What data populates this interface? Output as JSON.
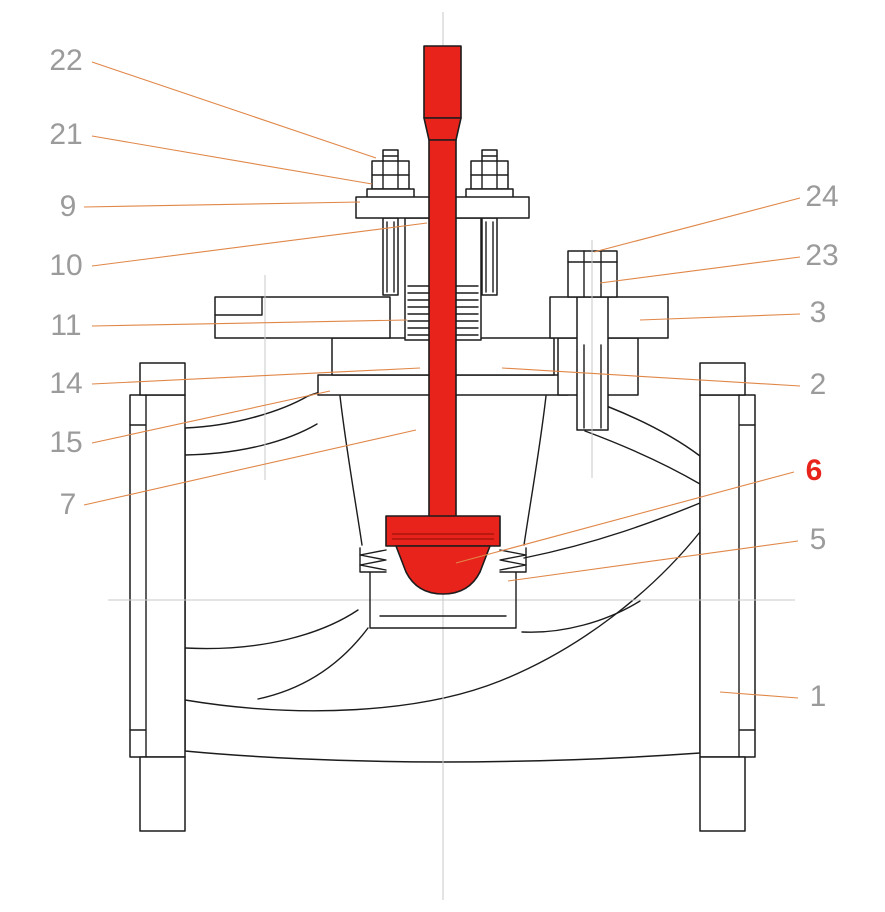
{
  "page": {
    "background": "#ffffff"
  },
  "diagram": {
    "kind": "control-valve sectional technical drawing",
    "colors": {
      "line": "#1c1c1c",
      "centerline": "#c9c9c9",
      "leader": "#e08748",
      "label": "#9b9b9b",
      "highlight": "#e8231c",
      "highlight-dark": "#a01108",
      "white": "#ffffff"
    },
    "callouts": [
      {
        "label": "22",
        "side": "left",
        "highlight": false
      },
      {
        "label": "21",
        "side": "left",
        "highlight": false
      },
      {
        "label": "9",
        "side": "left",
        "highlight": false
      },
      {
        "label": "10",
        "side": "left",
        "highlight": false
      },
      {
        "label": "11",
        "side": "left",
        "highlight": false
      },
      {
        "label": "14",
        "side": "left",
        "highlight": false
      },
      {
        "label": "15",
        "side": "left",
        "highlight": false
      },
      {
        "label": "7",
        "side": "left",
        "highlight": false
      },
      {
        "label": "24",
        "side": "right",
        "highlight": false
      },
      {
        "label": "23",
        "side": "right",
        "highlight": false
      },
      {
        "label": "3",
        "side": "right",
        "highlight": false
      },
      {
        "label": "2",
        "side": "right",
        "highlight": false
      },
      {
        "label": "6",
        "side": "right",
        "highlight": true
      },
      {
        "label": "5",
        "side": "right",
        "highlight": false
      },
      {
        "label": "1",
        "side": "right",
        "highlight": false
      }
    ]
  }
}
